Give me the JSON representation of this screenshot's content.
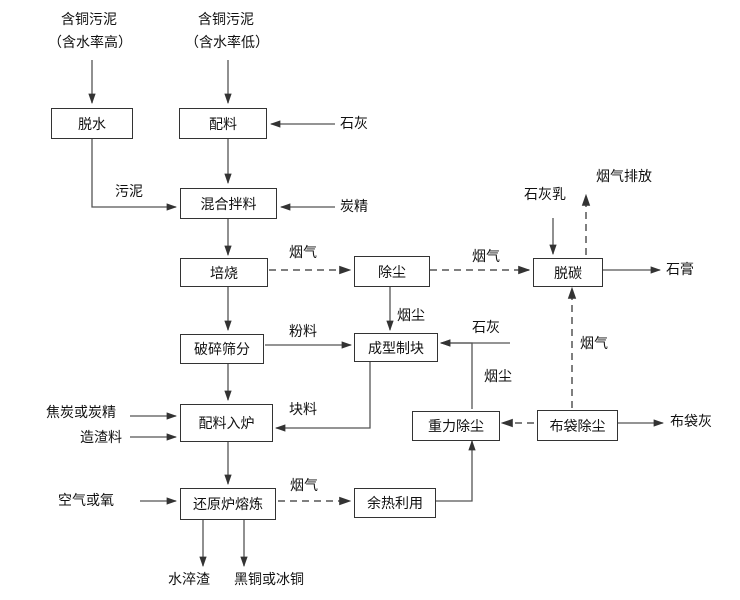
{
  "inputs": {
    "sludge_high_line1": "含铜污泥",
    "sludge_high_line2": "（含水率高）",
    "sludge_low_line1": "含铜污泥",
    "sludge_low_line2": "（含水率低）",
    "lime_1": "石灰",
    "anthracite": "炭精",
    "lime_milk": "石灰乳",
    "lime_2": "石灰",
    "coke": "焦炭或炭精",
    "slag_agent": "造渣料",
    "air": "空气或氧"
  },
  "boxes": {
    "dewater": "脱水",
    "batching": "配料",
    "mixing": "混合拌料",
    "roasting": "培烧",
    "dedust": "除尘",
    "decarbon": "脱碳",
    "crushing": "破碎筛分",
    "briquetting": "成型制块",
    "feeding": "配料入炉",
    "gravity": "重力除尘",
    "baghouse": "布袋除尘",
    "smelting": "还原炉熔炼",
    "heat": "余热利用"
  },
  "edge_labels": {
    "sludge": "污泥",
    "flue_1": "烟气",
    "flue_2": "烟气",
    "fines": "粉料",
    "dust_1": "烟尘",
    "lumps": "块料",
    "dust_2": "烟尘",
    "flue_3": "烟气",
    "flue_4": "烟气"
  },
  "outputs": {
    "flue_exhaust": "烟气排放",
    "gypsum": "石膏",
    "bag_ash": "布袋灰",
    "water_slag": "水淬渣",
    "copper": "黑铜或冰铜"
  }
}
